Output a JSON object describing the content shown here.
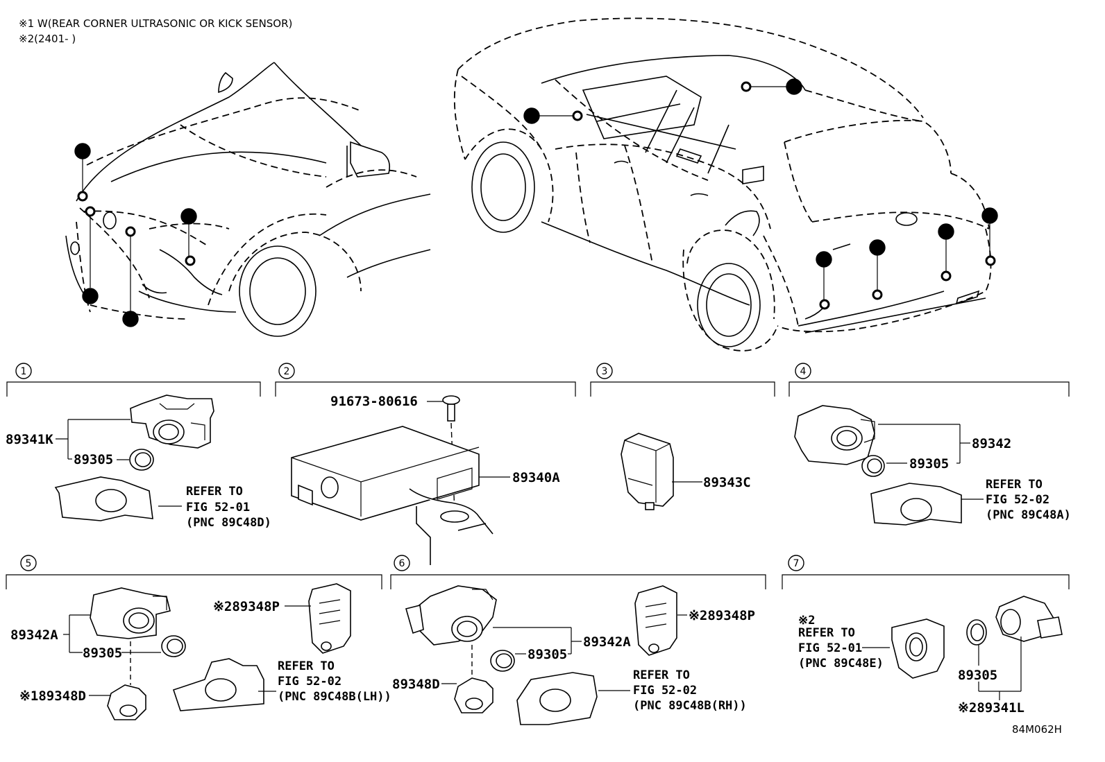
{
  "notes": {
    "note1": "※1 W(REAR CORNER ULTRASONIC OR KICK SENSOR)",
    "note2": "※2(2401-     )"
  },
  "diagram_code": "84M062H",
  "callouts": [
    "1",
    "2",
    "3",
    "4",
    "5",
    "6",
    "7"
  ],
  "sections": {
    "s1": {
      "num": "1",
      "p1": "89341K",
      "p2": "89305",
      "ref1": "REFER TO",
      "ref2": "FIG 52-01",
      "ref3": "(PNC 89C48D)"
    },
    "s2": {
      "num": "2",
      "bolt": "91673-80616",
      "ecu": "89340A"
    },
    "s3": {
      "num": "3",
      "p1": "89343C"
    },
    "s4": {
      "num": "4",
      "p1": "89342",
      "p2": "89305",
      "ref1": "REFER TO",
      "ref2": "FIG 52-02",
      "ref3": "(PNC 89C48A)"
    },
    "s5": {
      "num": "5",
      "p1": "89342A",
      "p2": "89305",
      "p3": "※189348D",
      "p4": "※289348P",
      "ref1": "REFER TO",
      "ref2": "FIG 52-02",
      "ref3": "(PNC 89C48B(LH))"
    },
    "s6": {
      "num": "6",
      "p1": "89342A",
      "p2": "89305",
      "p3": "89348D",
      "p4": "※289348P",
      "ref1": "REFER TO",
      "ref2": "FIG 52-02",
      "ref3": "(PNC 89C48B(RH))"
    },
    "s7": {
      "num": "7",
      "p1": "89305",
      "p2": "※289341L",
      "ref0": "※2",
      "ref1": "REFER TO",
      "ref2": "FIG 52-01",
      "ref3": "(PNC 89C48E)"
    }
  }
}
